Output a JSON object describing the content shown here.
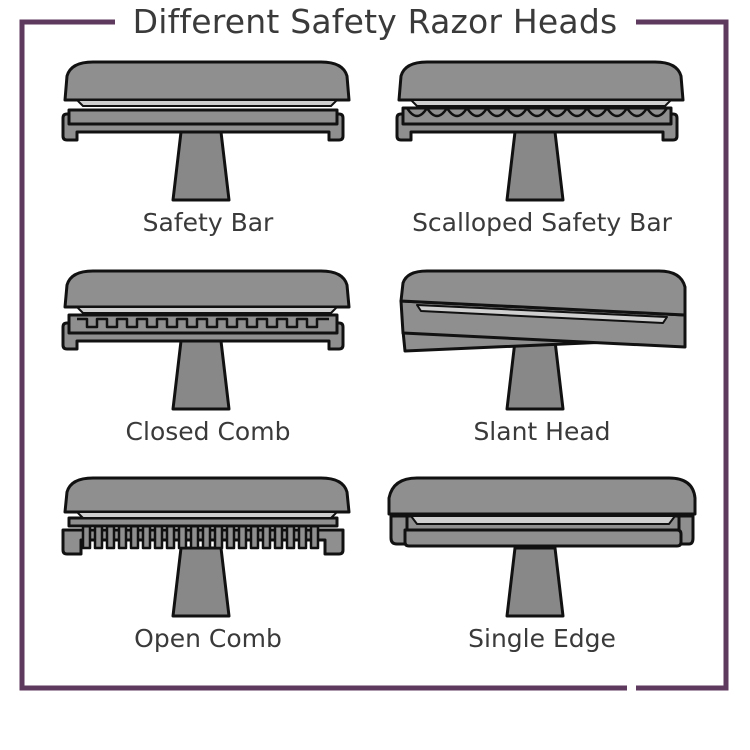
{
  "title": "Different Safety Razor Heads",
  "colors": {
    "frame": "#5e3a5e",
    "head_fill": "#8f8f8f",
    "handle_fill": "#888888",
    "outline": "#111111",
    "text": "#3a3a3a"
  },
  "razors": [
    {
      "label": "Safety Bar",
      "icon": "safety-bar-razor-icon"
    },
    {
      "label": "Scalloped Safety Bar",
      "icon": "scalloped-safety-bar-razor-icon"
    },
    {
      "label": "Closed Comb",
      "icon": "closed-comb-razor-icon"
    },
    {
      "label": "Slant Head",
      "icon": "slant-head-razor-icon"
    },
    {
      "label": "Open Comb",
      "icon": "open-comb-razor-icon"
    },
    {
      "label": "Single Edge",
      "icon": "single-edge-razor-icon"
    }
  ]
}
